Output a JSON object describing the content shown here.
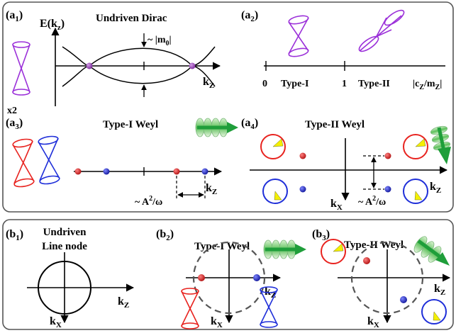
{
  "panels": {
    "a1": {
      "label": "(a",
      "sub": "1",
      "title": "Undriven Dirac",
      "ylabel": "E(k",
      "ylabel_sub": "z",
      "ylabel_tail": ")",
      "mass_label": "~ |m",
      "mass_sub": "0",
      "mass_tail": "|",
      "x2_label": "x2",
      "axis_label": "k",
      "axis_sub": "Z"
    },
    "a2": {
      "label": "(a",
      "sub": "2",
      "tick0": "0",
      "tick1": "1",
      "type1": "Type-I",
      "type2": "Type-II",
      "axis_label": "|c",
      "axis_sub1": "Z",
      "axis_mid": "/m",
      "axis_sub2": "Z",
      "axis_tail": "|"
    },
    "a3": {
      "label": "(a",
      "sub": "3",
      "title": "Type-I Weyl",
      "sep_label": "~ A",
      "sep_sup": "2",
      "sep_tail": "/ω",
      "axis_label": "k",
      "axis_sub": "Z"
    },
    "a4": {
      "label": "(a",
      "sub": "4",
      "title": "Type-II Weyl",
      "sep_label": "~ A",
      "sep_sup": "2",
      "sep_tail": "/ω",
      "kx_label": "k",
      "kx_sub": "X",
      "kz_label": "k",
      "kz_sub": "Z"
    },
    "b1": {
      "label": "(b",
      "sub": "1",
      "title_line1": "Undriven",
      "title_line2": "Line node",
      "kz_label": "k",
      "kz_sub": "Z",
      "kx_label": "k",
      "kx_sub": "X"
    },
    "b2": {
      "label": "(b",
      "sub": "2",
      "title": "Type-I Weyl",
      "kz_label": "k",
      "kz_sub": "Z",
      "kx_label": "k",
      "kx_sub": "X"
    },
    "b3": {
      "label": "(b",
      "sub": "3",
      "title": "Type-II Weyl",
      "kz_label": "k",
      "kz_sub": "Z",
      "kx_label": "k",
      "kx_sub": "X"
    }
  },
  "colors": {
    "dirac_cone": "#9b30d9",
    "weyl_red": "#e8231f",
    "weyl_blue": "#1f2fd9",
    "dirac_point": "#8e3fb0",
    "node_red": "#c4161c",
    "node_blue": "#1b1fb5",
    "chirality_fill": "#f4f000",
    "light_green": "#2fa84f",
    "arrow_green": "#1f9e3a",
    "frame": "#555555",
    "dashed": "#555555"
  },
  "icons": [
    "double-cone-icon",
    "tilted-cone-icon",
    "circularly-polarized-light-icon",
    "chirality-loop-icon"
  ]
}
